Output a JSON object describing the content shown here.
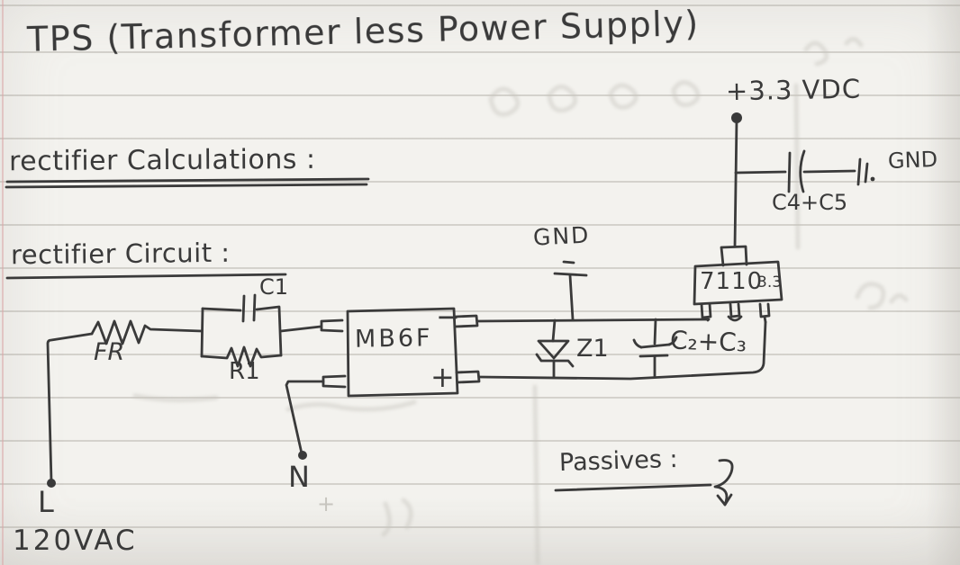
{
  "title": "TPS (Transformer less Power Supply)",
  "sections": {
    "calculations_heading": "rectifier Calculations :",
    "circuit_heading": "rectifier Circuit :",
    "passives_heading": "Passives :"
  },
  "schematic": {
    "input": {
      "line_label": "L",
      "line_voltage": "120VAC",
      "neutral_label": "N",
      "pencil_plus": "+"
    },
    "components": {
      "fusible_resistor": "FR",
      "resistor_r1": "R1",
      "capacitor_c1": "C1",
      "bridge_rectifier": "MB6F",
      "bridge_minus": "−",
      "bridge_plus": "+",
      "zener_diode": "Z1",
      "filter_caps": "C₂+C₃",
      "regulator_part": "7110",
      "regulator_voltage": "3.3",
      "bypass_caps": "C4+C5"
    },
    "nets": {
      "output": "+3.3 VDC",
      "ground_top": "GND",
      "ground_right": "GND"
    }
  },
  "colors": {
    "ink": "#3a3a3a",
    "paper": "#f3f2ee",
    "rule_line": "#d9d7d1",
    "margin_line": "#dba8a8",
    "pencil_ghost": "#c7c5bf"
  }
}
